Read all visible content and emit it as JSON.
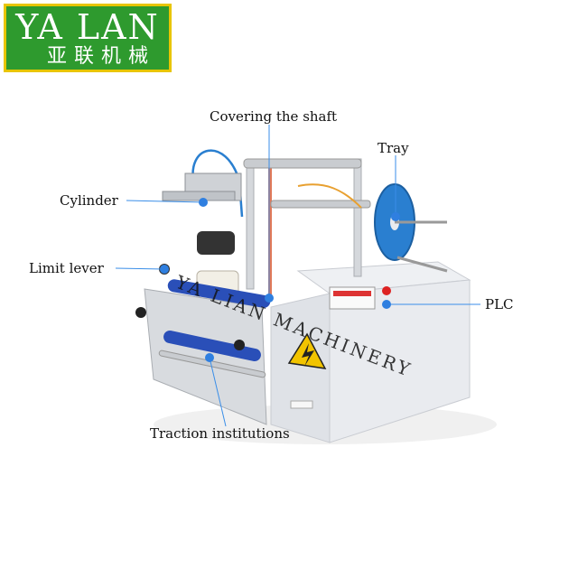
{
  "logo": {
    "brand": "YA LAN",
    "brand_cn": "亚联机械"
  },
  "callouts": {
    "covering_shaft": "Covering the shaft",
    "tray": "Tray",
    "cylinder": "Cylinder",
    "limit_lever": "Limit lever",
    "plc": "PLC",
    "traction": "Traction institutions"
  },
  "watermark": "YA LIAN MACHINERY",
  "colors": {
    "logo_bg": "#2e9a2e",
    "logo_border": "#e8c500",
    "callout_line": "#3a8ee8",
    "machine_body": "#e9ebef",
    "roller_blue": "#2a4fb8",
    "tray_blue": "#2a7fd0",
    "warning_yellow": "#f2c400"
  }
}
